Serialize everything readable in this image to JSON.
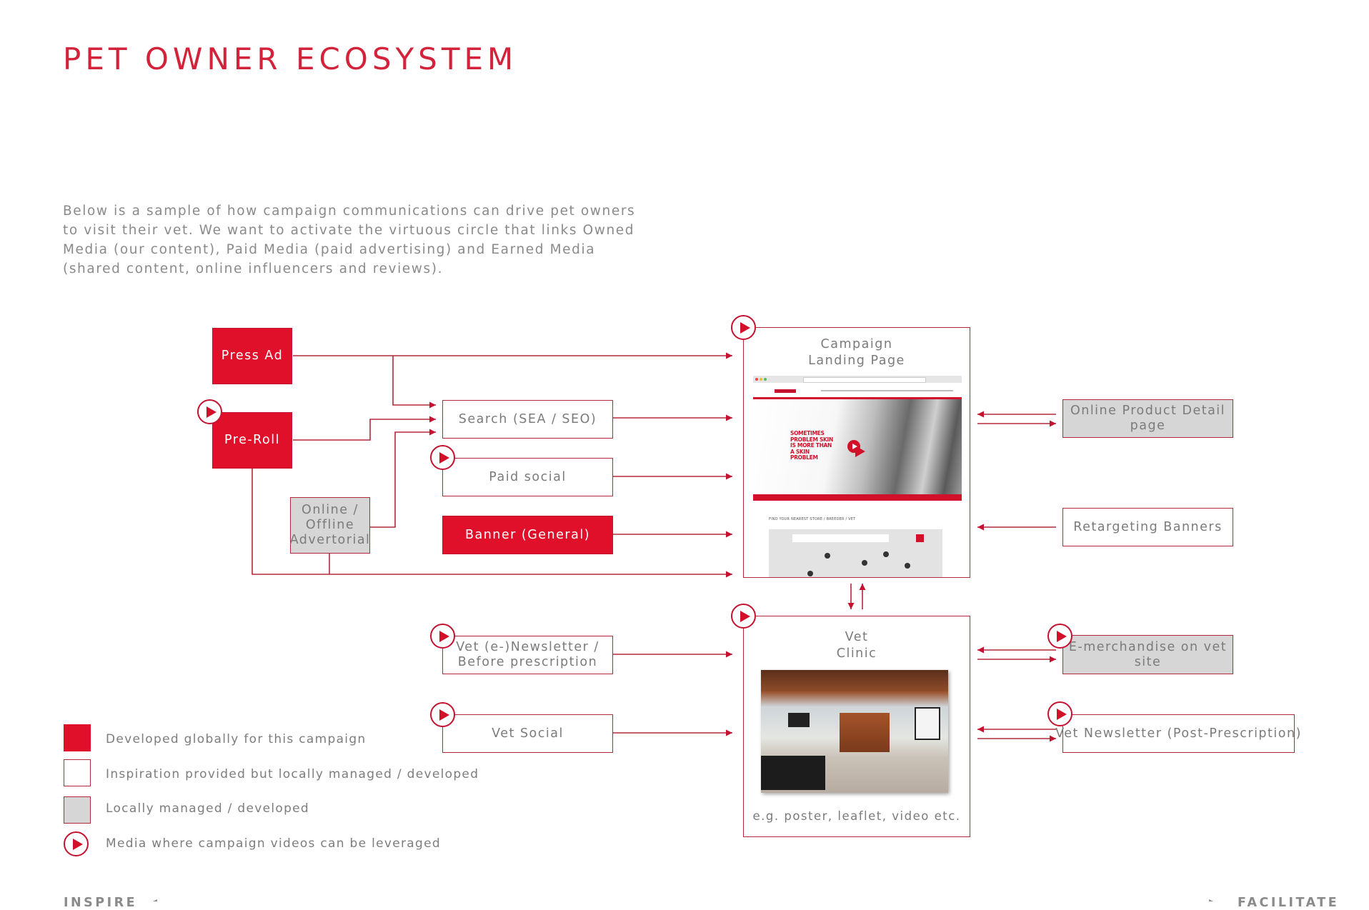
{
  "title": "PET OWNER ECOSYSTEM",
  "intro": "Below is a sample of how campaign communications can drive pet owners to visit their vet. We want to activate the virtuous circle that links Owned Media (our content), Paid Media (paid advertising) and Earned Media (shared  content, online influencers and reviews).",
  "nodes": {
    "press_ad": "Press Ad",
    "pre_roll": "Pre-Roll",
    "advertorial": "Online / Offline Advertorial",
    "search": "Search (SEA / SEO)",
    "paid_social": "Paid social",
    "banner_general": "Banner (General)",
    "vet_newsletter_before": "Vet (e-)Newsletter / Before prescription",
    "vet_social": "Vet Social",
    "online_product_detail": "Online Product Detail page",
    "retargeting_banners": "Retargeting Banners",
    "emerchandise": "E-merchandise on vet site",
    "vet_newsletter_post": "Vet Newsletter (Post-Prescription)"
  },
  "landing_page": {
    "title_line1": "Campaign",
    "title_line2": "Landing Page",
    "hero_line1": "SOMETIMES",
    "hero_line2": "PROBLEM SKIN",
    "hero_line3": "IS MORE THAN",
    "hero_line4": "A SKIN",
    "hero_line5": "PROBLEM",
    "finder": "FIND YOUR NEAREST STORE / BREEDER / VET"
  },
  "vet_clinic": {
    "title_line1": "Vet",
    "title_line2": "Clinic",
    "caption": "e.g. poster, leaflet, video etc."
  },
  "legend": [
    {
      "label": "Developed globally for this campaign",
      "swatch": "red"
    },
    {
      "label": "Inspiration provided but locally managed / developed",
      "swatch": "white"
    },
    {
      "label": "Locally managed / developed",
      "swatch": "grey"
    },
    {
      "label": "Media where campaign videos can be leveraged",
      "swatch": "play-icon"
    }
  ],
  "axis": {
    "left": "INSPIRE",
    "right": "FACILITATE"
  },
  "colors": {
    "accent": "#e0102a",
    "line": "#b3283a",
    "grey_box": "#d6d6d6",
    "text": "#7d7d7d"
  }
}
